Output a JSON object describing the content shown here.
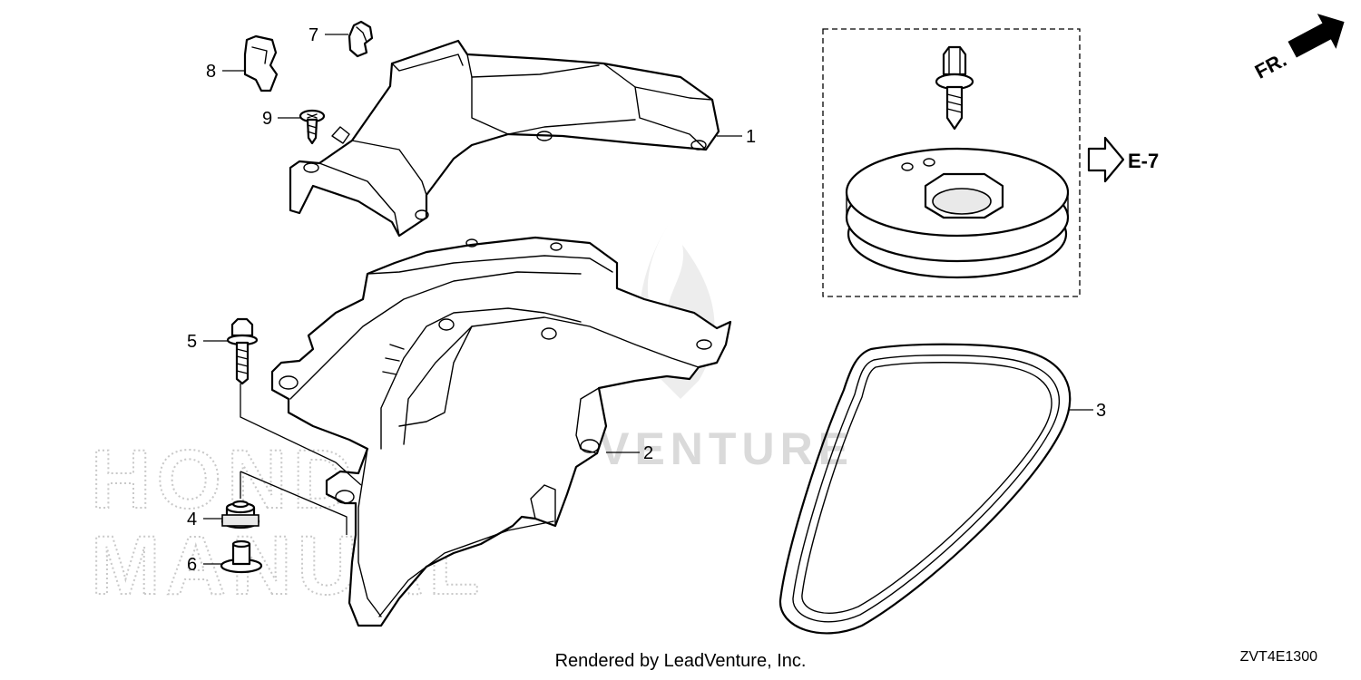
{
  "callouts": {
    "c1": "1",
    "c2": "2",
    "c3": "3",
    "c4": "4",
    "c5": "5",
    "c6": "6",
    "c7": "7",
    "c8": "8",
    "c9": "9"
  },
  "reference": {
    "label": "E-7"
  },
  "direction": {
    "label": "FR."
  },
  "watermark": {
    "brand": "LEADVENTURE",
    "honda_line1": "HONDA",
    "honda_line2": "MANUAL"
  },
  "footer": {
    "credit": "Rendered by LeadVenture, Inc.",
    "code": "ZVT4E1300"
  }
}
